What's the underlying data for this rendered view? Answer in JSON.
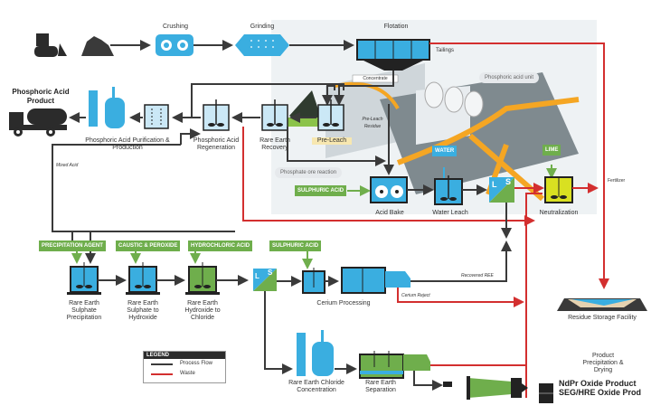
{
  "diagram": {
    "title": "Rare earth and phosphoric acid process flowsheet",
    "colors": {
      "process_flow": "#3a3a3a",
      "waste": "#d32f2f",
      "vessel_blue": "#3aaee0",
      "vessel_green": "#6fae4c",
      "neutralization_yellow": "#d9e021",
      "reagent_green": "#6fae4c"
    },
    "stages": {
      "crushing": "Crushing",
      "grinding": "Grinding",
      "flotation": "Flotation",
      "tailings": "Tailings",
      "concentrate": "Concentrate",
      "phosphoric_acid_unit": "Phosphoric acid unit",
      "phosphoric_acid_product": "Phosphoric Acid Product",
      "phosphoric_acid_purification": "Phosphoric Acid Purification & Production",
      "phosphoric_acid_regeneration": "Phosphoric Acid Regeneration",
      "rare_earth_recovery": "Rare Earth Recovery",
      "pre_leach": "Pre-Leach",
      "pre_leach_residue": "Pre-Leach Residue",
      "phosphate_ore_reaction": "Phosphate ore reaction",
      "acid_bake": "Acid Bake",
      "water_leach": "Water Leach",
      "neutralization": "Neutralization",
      "fertilizer": "Fertilizer",
      "mixed_acid": "Mixed Acid",
      "re_sulphate_precipitation": "Rare Earth Sulphate Precipitation",
      "re_sulphate_to_hydroxide": "Rare Earth Sulphate to Hydroxide",
      "re_hydroxide_to_chloride": "Rare Earth Hydroxide to Chloride",
      "cerium_processing": "Cerium Processing",
      "recovered_reo": "Recovered REE",
      "cerium_reject": "Cerium Reject",
      "residue_storage": "Residue Storage Facility",
      "re_chloride_concentration": "Rare Earth Chloride Concentration",
      "re_separation": "Rare Earth Separation",
      "product_precipitation": "Product Precipitation & Drying",
      "ndpr_oxide": "NdPr Oxide Product",
      "seg_hre_oxide": "SEG/HRE Oxide Prod"
    },
    "reagents": {
      "water": "WATER",
      "lime": "LIME",
      "sulphuric_acid_top": "SULPHURIC ACID",
      "precipitation_agent": "PRECIPITATION AGENT",
      "caustic_peroxide": "CAUSTIC & PEROXIDE",
      "hydrochloric_acid": "HYDROCHLORIC ACID",
      "sulphuric_acid_bottom": "SULPHURIC ACID"
    },
    "separator": {
      "solid": "S",
      "liquid": "L"
    },
    "legend": {
      "title": "LEGEND",
      "items": [
        {
          "label": "Process Flow",
          "color": "#3a3a3a"
        },
        {
          "label": "Waste",
          "color": "#d32f2f"
        }
      ]
    }
  }
}
